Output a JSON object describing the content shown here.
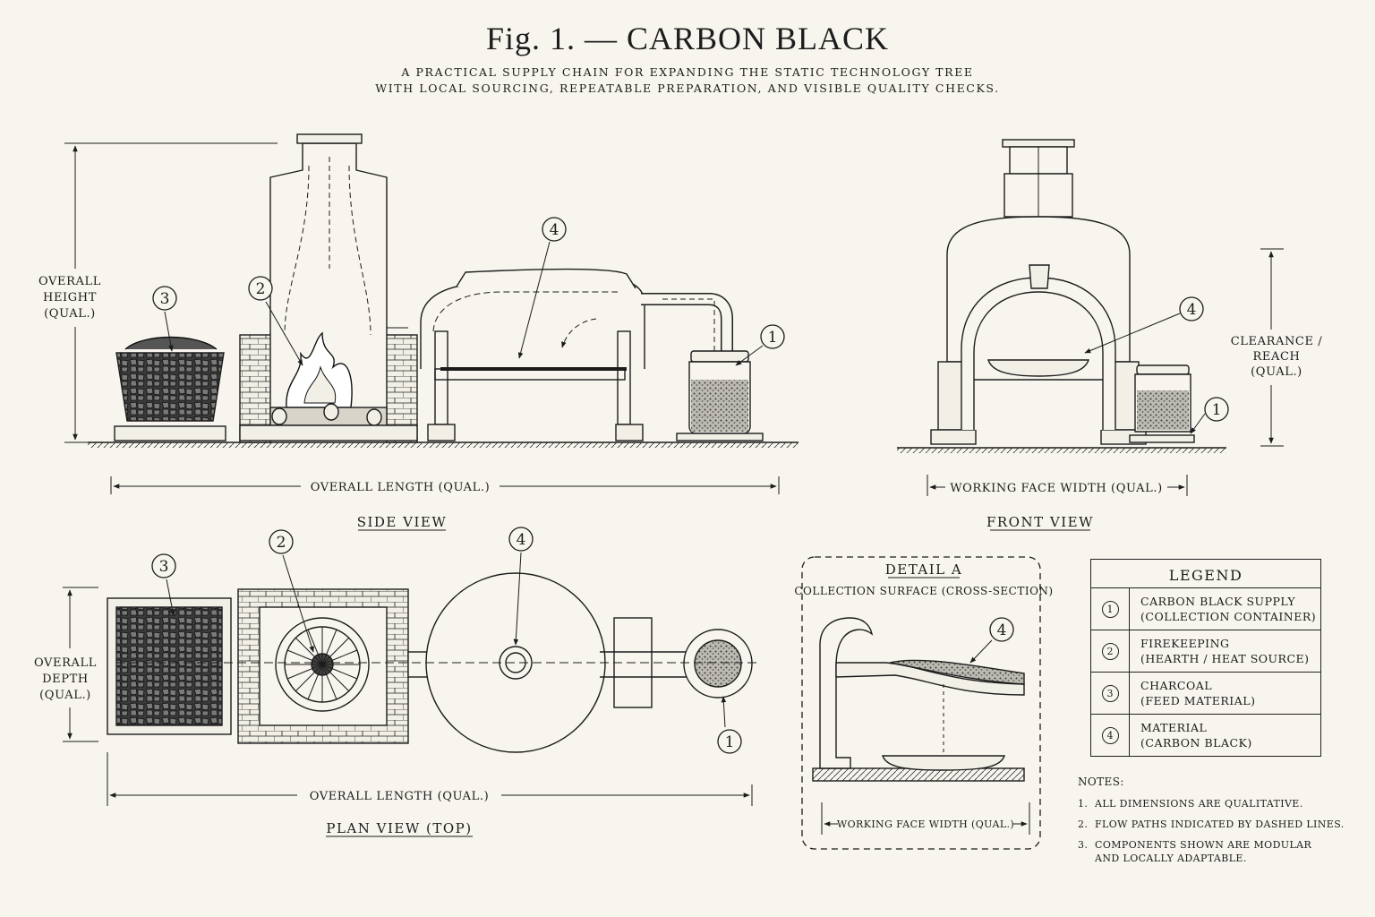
{
  "header": {
    "title": "Fig. 1. — CARBON BLACK",
    "subtitle_line1": "A PRACTICAL SUPPLY CHAIN FOR EXPANDING THE STATIC TECHNOLOGY TREE",
    "subtitle_line2": "WITH LOCAL SOURCING, REPEATABLE PREPARATION, AND VISIBLE QUALITY CHECKS."
  },
  "side_view": {
    "label": "SIDE VIEW",
    "height_label_1": "OVERALL",
    "height_label_2": "HEIGHT",
    "height_label_3": "(QUAL.)",
    "length_label": "OVERALL LENGTH (QUAL.)",
    "callouts": [
      "1",
      "2",
      "3",
      "4"
    ]
  },
  "front_view": {
    "label": "FRONT VIEW",
    "clearance_label_1": "CLEARANCE /",
    "clearance_label_2": "REACH",
    "clearance_label_3": "(QUAL.)",
    "width_label": "WORKING FACE WIDTH (QUAL.)",
    "callouts": [
      "4",
      "1"
    ]
  },
  "plan_view": {
    "label": "PLAN VIEW (TOP)",
    "depth_label_1": "OVERALL",
    "depth_label_2": "DEPTH",
    "depth_label_3": "(QUAL.)",
    "length_label": "OVERALL LENGTH (QUAL.)",
    "callouts": [
      "3",
      "2",
      "4",
      "1"
    ]
  },
  "detail_a": {
    "title": "DETAIL A",
    "subtitle": "COLLECTION SURFACE (CROSS-SECTION)",
    "width_label": "WORKING FACE WIDTH (QUAL.)",
    "callout": "4"
  },
  "legend": {
    "title": "LEGEND",
    "items": [
      {
        "num": "1",
        "line1": "CARBON BLACK SUPPLY",
        "line2": "(COLLECTION CONTAINER)"
      },
      {
        "num": "2",
        "line1": "FIREKEEPING",
        "line2": "(HEARTH / HEAT SOURCE)"
      },
      {
        "num": "3",
        "line1": "CHARCOAL",
        "line2": "(FEED MATERIAL)"
      },
      {
        "num": "4",
        "line1": "MATERIAL",
        "line2": "(CARBON BLACK)"
      }
    ]
  },
  "notes": {
    "title": "NOTES:",
    "items": [
      {
        "n": "1.",
        "line1": "ALL DIMENSIONS ARE QUALITATIVE.",
        "line2": ""
      },
      {
        "n": "2.",
        "line1": "FLOW PATHS INDICATED BY DASHED LINES.",
        "line2": ""
      },
      {
        "n": "3.",
        "line1": "COMPONENTS SHOWN ARE MODULAR",
        "line2": "AND LOCALLY ADAPTABLE."
      }
    ]
  },
  "colors": {
    "paper": "#f8f5ee",
    "ink": "#1c1c1c"
  }
}
